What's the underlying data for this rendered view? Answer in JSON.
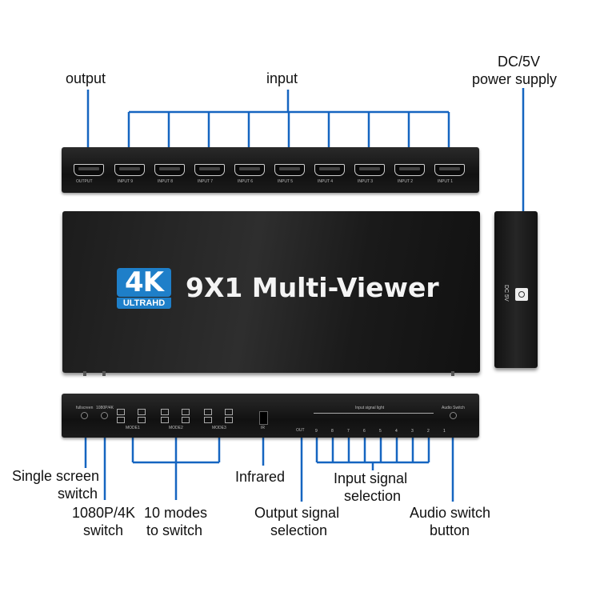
{
  "callouts": {
    "output": "output",
    "input": "input",
    "dc_line1": "DC/5V",
    "dc_line2": "power supply",
    "single_line1": "Single screen",
    "single_line2": "switch",
    "res_line1": "1080P/4K",
    "res_line2": "switch",
    "modes_line1": "10 modes",
    "modes_line2": "to switch",
    "infrared": "Infrared",
    "input_sel_line1": "Input signal",
    "input_sel_line2": "selection",
    "output_sel_line1": "Output signal",
    "output_sel_line2": "selection",
    "audio_line1": "Audio switch",
    "audio_line2": "button"
  },
  "device": {
    "title": "9X1 Multi-Viewer",
    "logo_main": "4K",
    "logo_sub": "ULTRAHD",
    "side_label": "DC 5V",
    "back_ports": [
      "OUTPUT",
      "INPUT 9",
      "INPUT 8",
      "INPUT 7",
      "INPUT 6",
      "INPUT 5",
      "INPUT 4",
      "INPUT 3",
      "INPUT 2",
      "INPUT 1"
    ],
    "panel_labels": {
      "fullscreen": "fullscreen",
      "res": "1080P/4K",
      "mode1": "MODE1",
      "mode2": "MODE2",
      "mode3": "MODE3",
      "ir": "IR",
      "out": "OUT",
      "input_light": "Input signal light",
      "audio": "Audio Switch"
    },
    "led_numbers": [
      "9",
      "8",
      "7",
      "6",
      "5",
      "4",
      "3",
      "2",
      "1"
    ]
  },
  "colors": {
    "callout_line": "#1565c0",
    "logo_blue": "#1e7fc9"
  }
}
